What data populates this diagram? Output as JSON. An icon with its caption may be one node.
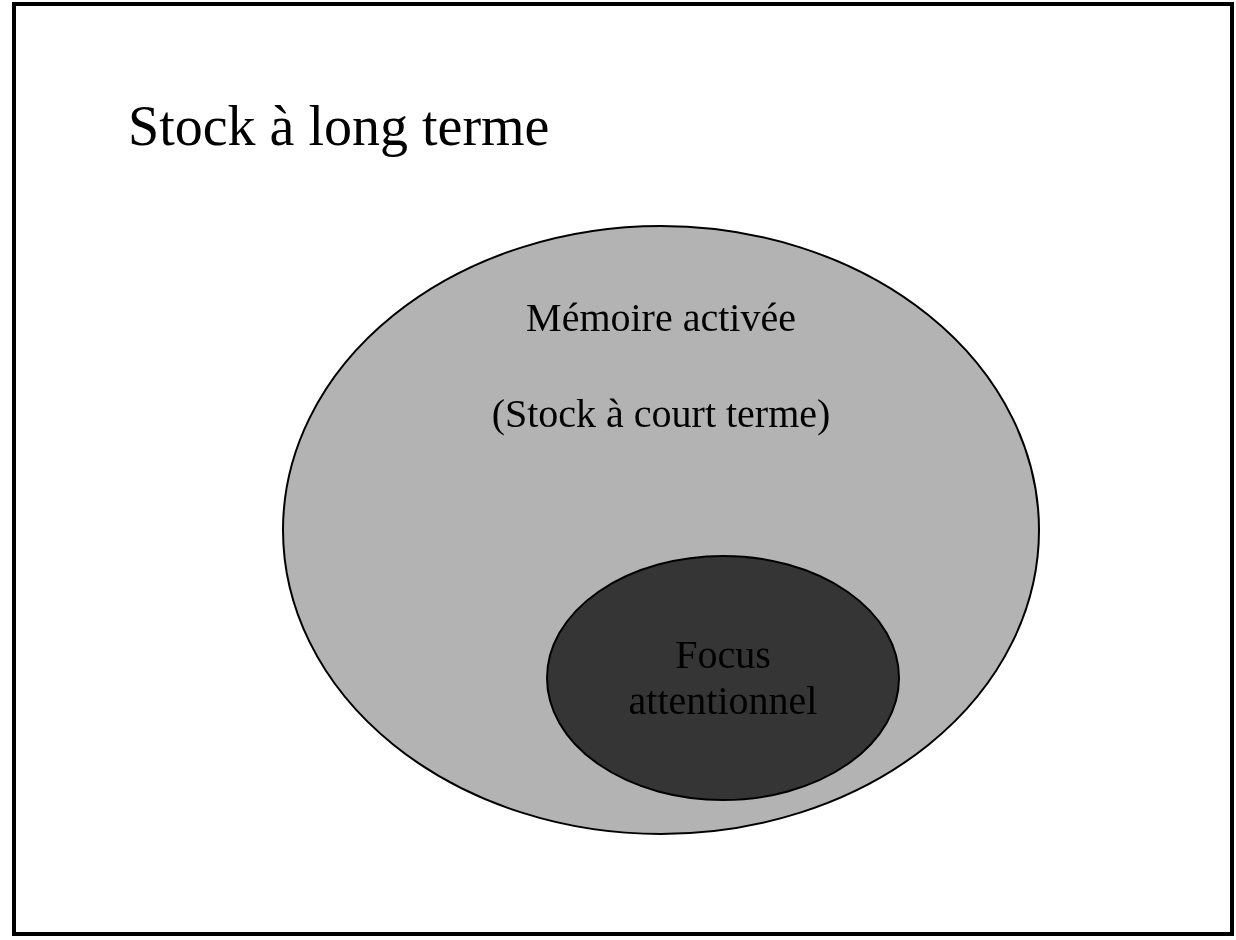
{
  "diagram": {
    "nodes": [
      {
        "text": [
          "Stock à long terme"
        ]
      },
      {
        "text": [
          "Mémoire activée",
          "(Stock à court terme)"
        ],
        "in": 0
      },
      {
        "text": [
          "Focus attentionnel"
        ],
        "in": 1
      }
    ]
  }
}
